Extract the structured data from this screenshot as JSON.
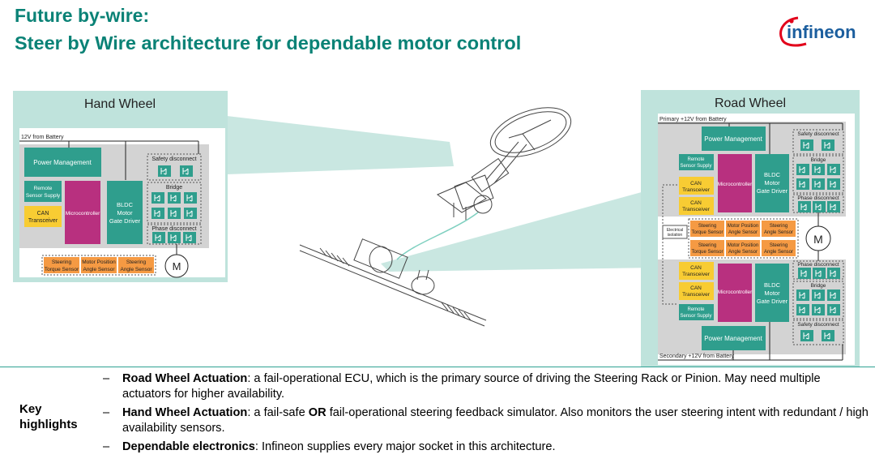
{
  "title": {
    "line1": "Future by-wire:",
    "line2": "Steer by Wire architecture for dependable motor control"
  },
  "logo": {
    "text": "infineon"
  },
  "hand_wheel": {
    "heading": "Hand Wheel",
    "battery": "12V from Battery",
    "power_management": "Power Management",
    "remote_sensor": [
      "Remote",
      "Sensor Supply"
    ],
    "can": [
      "CAN",
      "Transceiver"
    ],
    "microcontroller": "Microcontroller",
    "bldc": [
      "BLDC",
      "Motor",
      "Gate Driver"
    ],
    "safety_disconnect": "Safety disconnect",
    "bridge": "Bridge",
    "phase_disconnect": "Phase disconnect",
    "sensors": [
      [
        "Steering",
        "Torque Sensor"
      ],
      [
        "Motor Position",
        "Angle Sensor"
      ],
      [
        "Steering",
        "Angle Sensor"
      ]
    ],
    "motor": "M"
  },
  "road_wheel": {
    "heading": "Road Wheel",
    "battery_primary": "Primary +12V from Battery",
    "battery_secondary": "Secondary +12V from Battery",
    "power_management": "Power Management",
    "remote_sensor": [
      "Remote",
      "Sensor Supply"
    ],
    "can": [
      "CAN",
      "Transceiver"
    ],
    "microcontroller": "Microcontroller",
    "bldc": [
      "BLDC",
      "Motor",
      "Gate Driver"
    ],
    "safety_disconnect": "Safety disconnect",
    "bridge": "Bridge",
    "phase_disconnect": "Phase disconnect",
    "electrical_isolation": [
      "Electrical",
      "isolation"
    ],
    "sensors": [
      [
        "Steering",
        "Torque Sensor"
      ],
      [
        "Motor Position",
        "Angle Sensor"
      ],
      [
        "Steering",
        "Angle Sensor"
      ]
    ],
    "motor": "M"
  },
  "highlights": {
    "label_line1": "Key",
    "label_line2": "highlights",
    "dash": "–",
    "items": [
      {
        "bold": "Road Wheel Actuation",
        "text": ": a fail-operational ECU, which is the primary source of driving the Steering Rack or Pinion.  May need multiple actuators for higher availability."
      },
      {
        "bold": "Hand Wheel Actuation",
        "text": ": a fail-safe ",
        "bold2": "OR",
        "text2": " fail-operational steering feedback simulator.  Also monitors the user steering intent with redundant / high availability sensors."
      },
      {
        "bold": "Dependable electronics",
        "text": ": Infineon supplies every major socket in this architecture."
      }
    ]
  },
  "colors": {
    "brand": "#0a8276",
    "mint": "#bfe3dc",
    "mint_dark": "#a6d8cf",
    "teal_block": "#2f9e8d",
    "magenta": "#b8307f",
    "yellow": "#f8cc33",
    "orange": "#f59a43",
    "gray_panel": "#d3d3d3",
    "logo_red": "#e2001a"
  }
}
